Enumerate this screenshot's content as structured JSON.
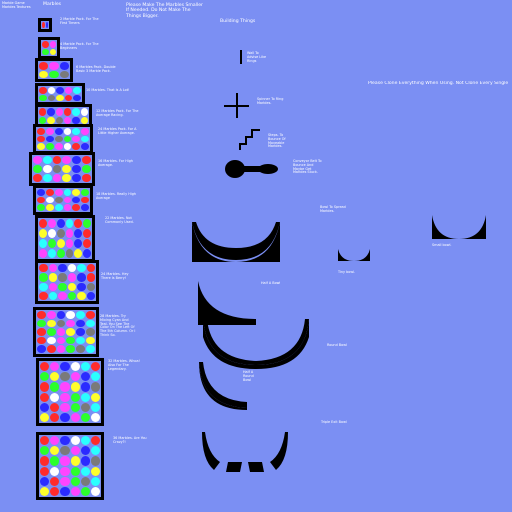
{
  "header": {
    "corner_note": "Marble Game Marbles Textures",
    "title": "Marbles",
    "instructions": "Please Make The Marbles Smaller If Needed. Do Not Make The Things Bigger.",
    "building_things": "Building Things",
    "clone_note": "Please Clone Everything When Using. Not Clone Every Single"
  },
  "packs": [
    {
      "label": "2 Marble Pack. For The First Timers",
      "rows": 1,
      "cols": 2,
      "colors": [
        "#ff2b2b",
        "#2b2bff"
      ]
    },
    {
      "label": "4 Marble Pack. For The Beginners",
      "rows": 2,
      "cols": 2,
      "colors": [
        "#ff2b2b",
        "#ff45ff",
        "#2bff2b",
        "#ffff2b"
      ]
    },
    {
      "label": "6 Marbles Pack. Double Basic 3 Marble Pack.",
      "rows": 2,
      "cols": 3,
      "colors": [
        "#ff2b2b",
        "#ff45ff",
        "#2b2bff",
        "#ffff2b",
        "#2bff2b",
        "#7a7a7a"
      ]
    },
    {
      "label": "10 Marbles. That Is A Lot!",
      "rows": 2,
      "cols": 5,
      "colors": [
        "#ff2b2b",
        "#ffffff",
        "#2b2bff",
        "#ff45ff",
        "#2bffff",
        "#2bff2b",
        "#7a7a7a",
        "#ffff2b",
        "#ff2b2b",
        "#2b2bff"
      ]
    },
    {
      "label": "12 Marbles Pack. For The Average Racing.",
      "rows": 2,
      "cols": 6,
      "colors": [
        "#ff2b2b",
        "#2b2bff",
        "#ff45ff",
        "#ff2b2b",
        "#2bffff",
        "#ffffff",
        "#2bff2b",
        "#ffff2b",
        "#7a7a7a",
        "#ff45ff",
        "#2b2bff",
        "#ffff2b"
      ]
    },
    {
      "label": "24 Marbles Pack. For A Little Higher Average.",
      "rows": 3,
      "cols": 6,
      "colors": [
        "#ff2b2b",
        "#ff45ff",
        "#2b2bff",
        "#ffffff",
        "#2bffff",
        "#ff45ff",
        "#ff2b2b",
        "#2b2bff",
        "#7a7a7a",
        "#2bff2b",
        "#ff45ff",
        "#2bffff",
        "#ffff2b",
        "#2bff2b",
        "#ff45ff",
        "#ffffff",
        "#ff2b2b",
        "#2b2bff"
      ]
    },
    {
      "label": "16 Marbles. For High Average.",
      "rows": 3,
      "cols": 6,
      "colors": [
        "#ff45ff",
        "#2bffff",
        "#ff2b2b",
        "#ff45ff",
        "#2b2bff",
        "#ff2b2b",
        "#2bff2b",
        "#ffffff",
        "#7a7a7a",
        "#ffff2b",
        "#2b2bff",
        "#2bff2b",
        "#ff2b2b",
        "#2bffff",
        "#ff45ff",
        "#ffff2b",
        "#2b2bff",
        "#ff2b2b"
      ]
    },
    {
      "label": "18 Marbles. Really High Average",
      "rows": 3,
      "cols": 6,
      "colors": [
        "#2b2bff",
        "#ff2b2b",
        "#ff45ff",
        "#2bffff",
        "#ffff2b",
        "#2bff2b",
        "#ff2b2b",
        "#ffffff",
        "#7a7a7a",
        "#ff45ff",
        "#2b2bff",
        "#ff2b2b",
        "#2bff2b",
        "#ffff2b",
        "#2bffff",
        "#ff45ff",
        "#ff2b2b",
        "#2b2bff"
      ]
    },
    {
      "label": "22 Marbles. Not Commonly Used.",
      "rows": 4,
      "cols": 6,
      "colors": [
        "#ff2b2b",
        "#ff45ff",
        "#2b2bff",
        "#2bffff",
        "#ff2b2b",
        "#2bff2b",
        "#ffff2b",
        "#ffffff",
        "#7a7a7a",
        "#ff45ff",
        "#2b2bff",
        "#ff2b2b",
        "#2bffff",
        "#2bff2b",
        "#ffff2b",
        "#ff45ff",
        "#2b2bff",
        "#ff2b2b",
        "#ff45ff",
        "#2bffff",
        "#2bff2b",
        "#7a7a7a",
        "#ffff2b",
        "#2b2bff"
      ]
    },
    {
      "label": "24 Marbles. Hey There Is Berry!",
      "rows": 4,
      "cols": 6,
      "colors": [
        "#ff2b2b",
        "#ff45ff",
        "#2b2bff",
        "#ffffff",
        "#2bffff",
        "#ff2b2b",
        "#2bff2b",
        "#ffff2b",
        "#7a7a7a",
        "#ff45ff",
        "#2b2bff",
        "#ff2b2b",
        "#2bffff",
        "#ff45ff",
        "#2bff2b",
        "#ffff2b",
        "#2b2bff",
        "#7a7a7a",
        "#ff2b2b",
        "#2bffff",
        "#ff45ff",
        "#2bff2b",
        "#ffff2b",
        "#2b2bff"
      ]
    },
    {
      "label": "28 Marbles. Try Mixing Cyan And Teal. You See The Color On The Left Of The 5th Column. Or I Think So.",
      "rows": 5,
      "cols": 6,
      "colors": [
        "#ff2b2b",
        "#ff45ff",
        "#2b2bff",
        "#ffffff",
        "#2bffff",
        "#ff2b2b",
        "#2bff2b",
        "#ffff2b",
        "#7a7a7a",
        "#ff45ff",
        "#2b2bff",
        "#2bffff",
        "#ff2b2b",
        "#2bff2b",
        "#ff45ff",
        "#ffff2b",
        "#2b2bff",
        "#7a7a7a",
        "#ff2b2b",
        "#ffffff",
        "#ff45ff",
        "#2bff2b",
        "#2bffff",
        "#ffff2b",
        "#2b2bff",
        "#ff2b2b",
        "#ff45ff",
        "#2bff2b",
        "#7a7a7a",
        "#2bffff"
      ]
    },
    {
      "label": "32 Marbles. Whoa! Also For The Legendary.",
      "rows": 6,
      "cols": 6,
      "colors": [
        "#ff2b2b",
        "#ff45ff",
        "#2b2bff",
        "#ffffff",
        "#2bffff",
        "#ff2b2b",
        "#2bff2b",
        "#ffff2b",
        "#7a7a7a",
        "#ff45ff",
        "#2b2bff",
        "#2bffff",
        "#ff2b2b",
        "#2bff2b",
        "#ff45ff",
        "#ffff2b",
        "#2b2bff",
        "#7a7a7a",
        "#ff2b2b",
        "#ffffff",
        "#ff45ff",
        "#2bff2b",
        "#2bffff",
        "#ffff2b",
        "#2b2bff",
        "#ff2b2b",
        "#ff45ff",
        "#2bff2b",
        "#7a7a7a",
        "#2bffff",
        "#ffff2b",
        "#ff2b2b",
        "#2b2bff",
        "#ff45ff",
        "#2bff2b",
        "#ffffff"
      ]
    },
    {
      "label": "36 Marbles. Are You Crazy?!",
      "rows": 6,
      "cols": 6,
      "colors": [
        "#ff2b2b",
        "#ff45ff",
        "#2b2bff",
        "#ffffff",
        "#2bffff",
        "#ff2b2b",
        "#2bff2b",
        "#ffff2b",
        "#7a7a7a",
        "#ff45ff",
        "#2b2bff",
        "#2bffff",
        "#ff2b2b",
        "#2bff2b",
        "#ff45ff",
        "#ffff2b",
        "#2b2bff",
        "#7a7a7a",
        "#ff2b2b",
        "#ffffff",
        "#ff45ff",
        "#2bff2b",
        "#2bffff",
        "#ffff2b",
        "#2b2bff",
        "#ff2b2b",
        "#ff45ff",
        "#2bff2b",
        "#7a7a7a",
        "#2bffff",
        "#ffff2b",
        "#ff2b2b",
        "#2b2bff",
        "#ff45ff",
        "#2bff2b",
        "#ffffff"
      ]
    }
  ],
  "things": {
    "wall": "Wall To Advise Like Rings",
    "spinner": "Spinner To Ring Marbles.",
    "steps": "Steps. To Bounce Of Moveable Marbles.",
    "conveyor": "Conveyor Belt To Bounce And Maybe Get Marbles Stuck.",
    "bowl_spread": "Bowl To Spread Marbles.",
    "tiny_bowl": "Tiny bowl.",
    "small_bowl": "Small bowl.",
    "half_a_bowl": "Half A Bowl",
    "round_bowl": "Round Bowl",
    "half_round_bowl": "Half A Round Bowl",
    "triple_exit_bowl": "Triple Exit Bowl"
  },
  "colors": {
    "background": "#7b8ff3",
    "shape": "#000000",
    "text": "#ffffff"
  }
}
